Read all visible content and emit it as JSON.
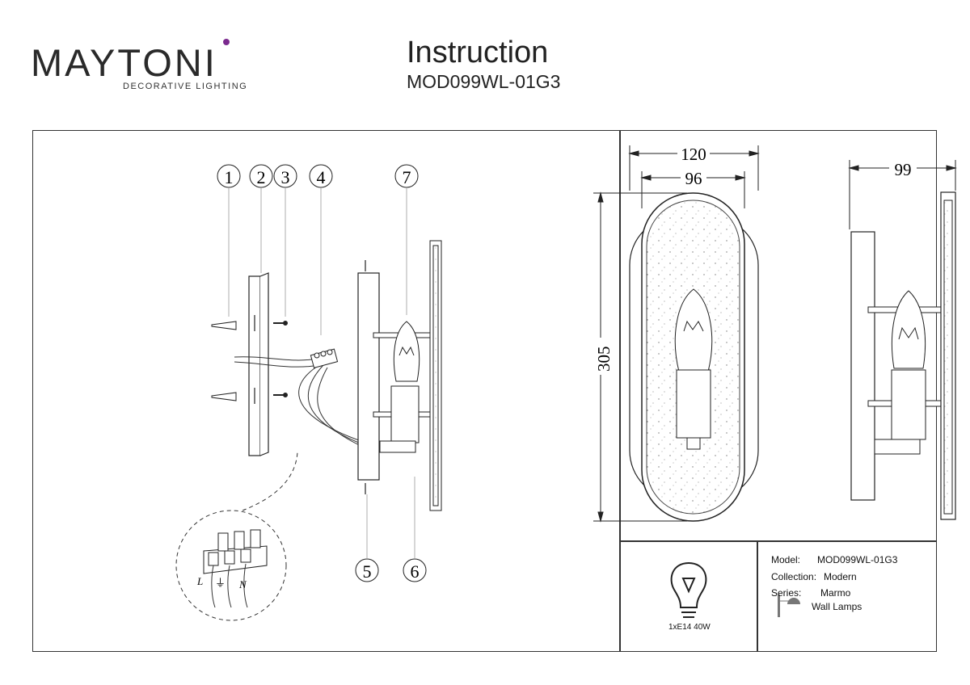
{
  "brand": {
    "name": "MAYTONI",
    "tagline": "DECORATIVE LIGHTING",
    "accent_color": "#7b2a8e"
  },
  "header": {
    "title": "Instruction",
    "model_code": "MOD099WL-01G3"
  },
  "parts": {
    "callouts": [
      "1",
      "2",
      "3",
      "4",
      "5",
      "6",
      "7"
    ],
    "terminal_labels": [
      "L",
      "⏚",
      "N"
    ]
  },
  "dimensions": {
    "outer_width": "120",
    "inner_width": "96",
    "height": "305",
    "depth": "99"
  },
  "info": {
    "rating": "1xE14 40W",
    "model_label": "Model:",
    "model_value": "MOD099WL-01G3",
    "collection_label": "Collection:",
    "collection_value": "Modern",
    "series_label": "Series:",
    "series_value": "Marmo",
    "type_value": "Wall Lamps"
  },
  "icons": [
    "bulb-icon",
    "wall-lamp-icon"
  ]
}
